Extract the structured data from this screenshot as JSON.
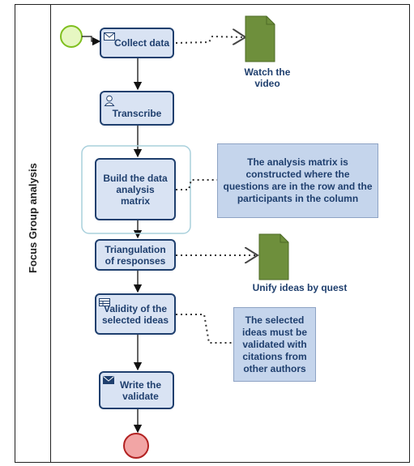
{
  "lane": {
    "label": "Focus Group analysis"
  },
  "tasks": {
    "collect": "Collect data",
    "transcribe": "Transcribe",
    "matrix": "Build the data analysis matrix",
    "triangulation": "Triangulation of responses",
    "validity": "Validity of the selected ideas",
    "write": "Write the validate"
  },
  "documents": {
    "video": "Watch the video",
    "unify": "Unify ideas by quest"
  },
  "notes": {
    "matrix_note": "The analysis matrix is constructed where the questions are in the row and the participants in the column",
    "validity_note": "The selected ideas must be validated with citations from other authors"
  },
  "colors": {
    "task_fill": "#d9e3f3",
    "task_border": "#1f3f6e",
    "start_event": "#e6f7c2",
    "end_event": "#f2a5a5",
    "document": "#6e8f3c",
    "note_fill": "#c5d5ec"
  }
}
